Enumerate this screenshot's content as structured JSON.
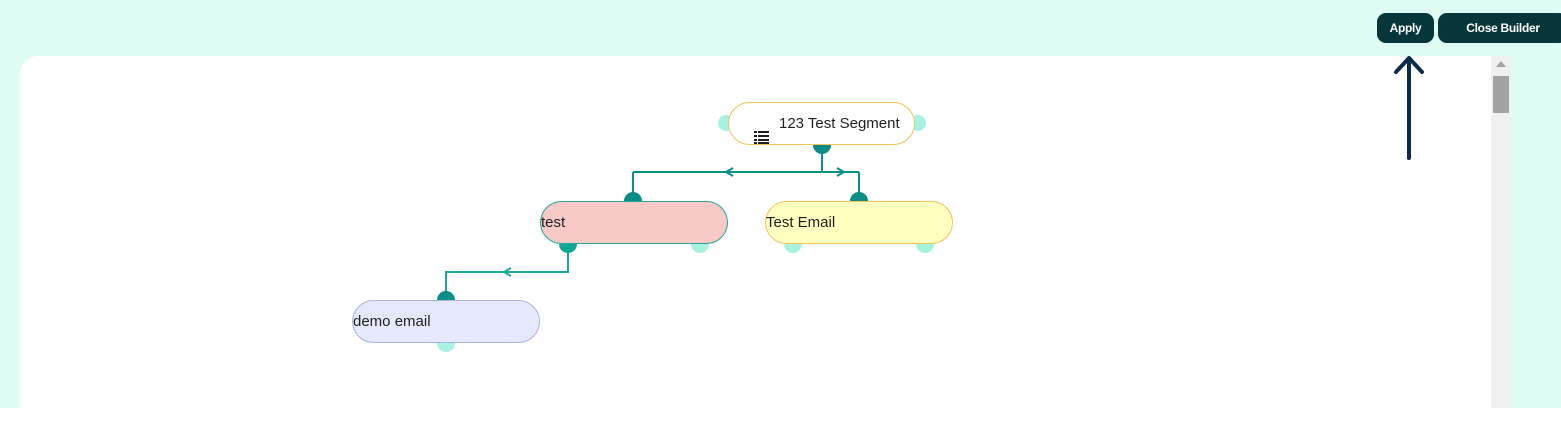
{
  "header": {
    "apply_label": "Apply",
    "close_label": "Close Builder"
  },
  "flow": {
    "root": {
      "label": "123 Test Segment",
      "icon": "list-icon"
    },
    "nodes": [
      {
        "id": "test",
        "label": "test"
      },
      {
        "id": "test-email",
        "label": "Test Email"
      },
      {
        "id": "demo-email",
        "label": "demo email"
      }
    ]
  },
  "colors": {
    "background": "#defcf4",
    "button": "#063639",
    "link": "#24a794",
    "port": "#0a8c87",
    "port_light": "#a7f3df",
    "node_test": "#f7c9c7",
    "node_email": "#ffffc1",
    "node_demo": "#e6e9fd"
  }
}
